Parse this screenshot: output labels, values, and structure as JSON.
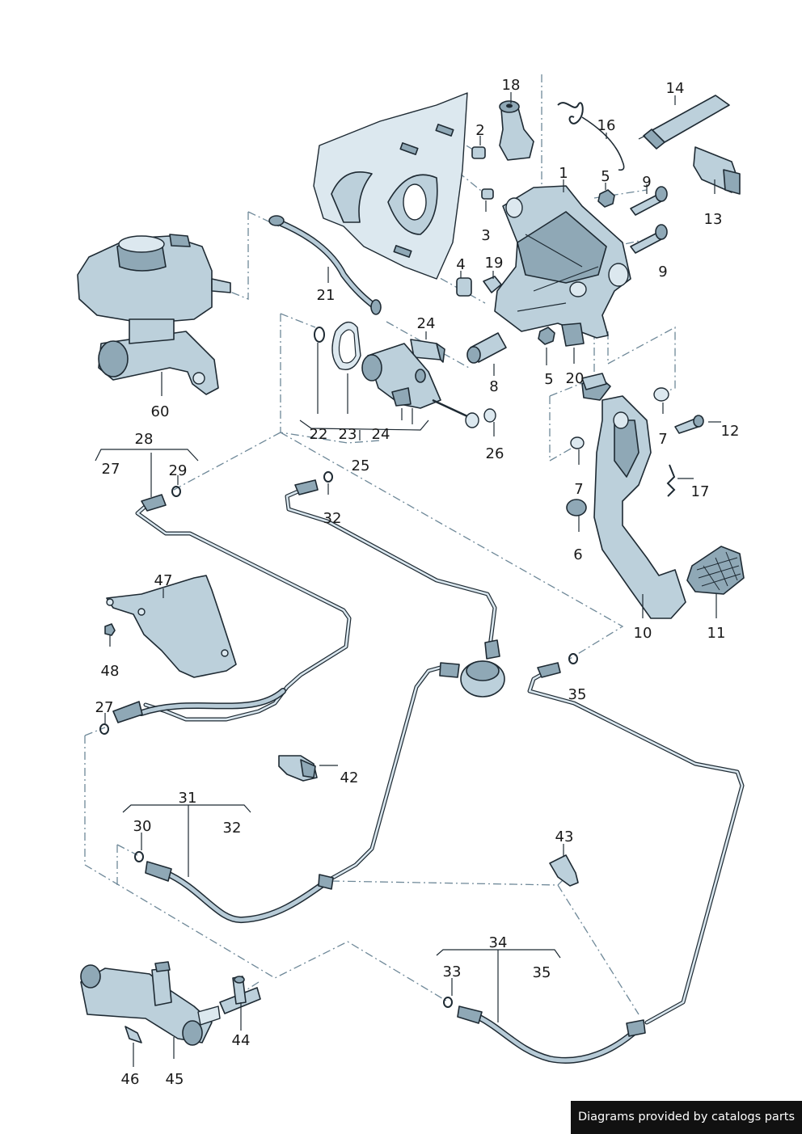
{
  "diagram": {
    "callouts": [
      {
        "id": "c18",
        "label": "18"
      },
      {
        "id": "c14",
        "label": "14"
      },
      {
        "id": "c16",
        "label": "16"
      },
      {
        "id": "c2",
        "label": "2"
      },
      {
        "id": "c1",
        "label": "1"
      },
      {
        "id": "c5a",
        "label": "5"
      },
      {
        "id": "c9a",
        "label": "9"
      },
      {
        "id": "c13",
        "label": "13"
      },
      {
        "id": "c3",
        "label": "3"
      },
      {
        "id": "c9b",
        "label": "9"
      },
      {
        "id": "c4",
        "label": "4"
      },
      {
        "id": "c19",
        "label": "19"
      },
      {
        "id": "c21",
        "label": "21"
      },
      {
        "id": "c24a",
        "label": "24"
      },
      {
        "id": "c8",
        "label": "8"
      },
      {
        "id": "c5b",
        "label": "5"
      },
      {
        "id": "c20",
        "label": "20"
      },
      {
        "id": "c60",
        "label": "60"
      },
      {
        "id": "c22",
        "label": "22"
      },
      {
        "id": "c23",
        "label": "23"
      },
      {
        "id": "c24b",
        "label": "24"
      },
      {
        "id": "c26",
        "label": "26"
      },
      {
        "id": "c12",
        "label": "12"
      },
      {
        "id": "c7a",
        "label": "7"
      },
      {
        "id": "c28",
        "label": "28"
      },
      {
        "id": "c27a",
        "label": "27"
      },
      {
        "id": "c29",
        "label": "29"
      },
      {
        "id": "c25",
        "label": "25"
      },
      {
        "id": "c17",
        "label": "17"
      },
      {
        "id": "c32a",
        "label": "32"
      },
      {
        "id": "c7b",
        "label": "7"
      },
      {
        "id": "c6",
        "label": "6"
      },
      {
        "id": "c47",
        "label": "47"
      },
      {
        "id": "c10",
        "label": "10"
      },
      {
        "id": "c11",
        "label": "11"
      },
      {
        "id": "c48",
        "label": "48"
      },
      {
        "id": "c35a",
        "label": "35"
      },
      {
        "id": "c27b",
        "label": "27"
      },
      {
        "id": "c42",
        "label": "42"
      },
      {
        "id": "c31",
        "label": "31"
      },
      {
        "id": "c30",
        "label": "30"
      },
      {
        "id": "c32b",
        "label": "32"
      },
      {
        "id": "c43",
        "label": "43"
      },
      {
        "id": "c34",
        "label": "34"
      },
      {
        "id": "c33",
        "label": "33"
      },
      {
        "id": "c35b",
        "label": "35"
      },
      {
        "id": "c44",
        "label": "44"
      },
      {
        "id": "c46",
        "label": "46"
      },
      {
        "id": "c45",
        "label": "45"
      }
    ]
  },
  "footer": {
    "credit": "Diagrams provided by catalogs parts"
  }
}
